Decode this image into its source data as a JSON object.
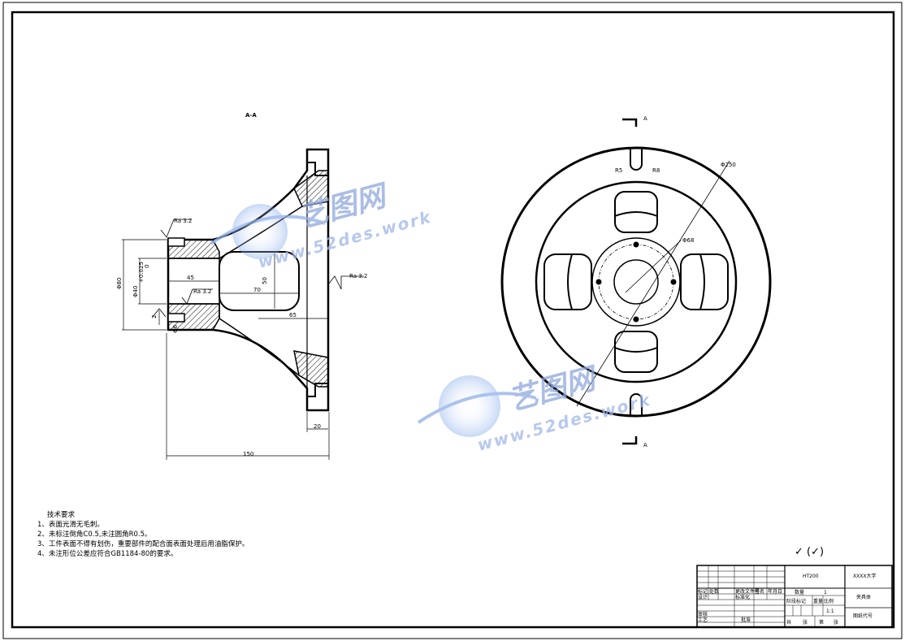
{
  "section_label": "A-A",
  "view_label": "A",
  "dimensions": {
    "overall_length": "150",
    "flange_thickness": "20",
    "depth_65": "65",
    "depth_70": "70",
    "bore_depth_45": "45",
    "slot_50": "50",
    "dia_80": "Φ80",
    "dia_40": "Φ40",
    "tol_upper": "+0.025",
    "tol_lower": "0",
    "dia_6": "Φ6",
    "depth_2": "2",
    "outer_dia": "Φ250",
    "bolt_circle": "Φ68",
    "r5": "R5",
    "r8": "R8"
  },
  "roughness": [
    "Ra 3.2",
    "Ra 3.2",
    "Ra 3.2"
  ],
  "technical_requirements": {
    "title": "技术要求",
    "items": [
      "1、表面光滑无毛刺。",
      "2、未标注倒角C0.5,未注圆角R0.5。",
      "3、工件表面不得有划伤，重要部件的配合面表面处理后用油脂保护。",
      "4、未注形位公差应符合GB1184-80的要求。"
    ]
  },
  "surface_mark": "✓ (✓)",
  "title_block": {
    "material": "HT200",
    "school": "XXXX大学",
    "part_name": "夹具体",
    "drawing_code": "图纸代号",
    "quantity_label": "数量",
    "quantity": "1",
    "stage_mark_label": "阶段标记",
    "weight_label": "重量",
    "scale_label": "比例",
    "scale": "1:1",
    "total_label": "共",
    "sheets_label": "张",
    "sheet_label": "第",
    "sheet_no_label": "张",
    "mark_label": "标记",
    "count_label": "处数",
    "doc_label": "更改文件号",
    "sign_label": "签名",
    "date_label": "年月日",
    "design_label": "设计",
    "std_label": "标准化",
    "review_label": "审核",
    "process_label": "工艺",
    "approve_label": "批准"
  },
  "watermark": {
    "text_cn": "艺图网",
    "url": "www.52des.work"
  }
}
